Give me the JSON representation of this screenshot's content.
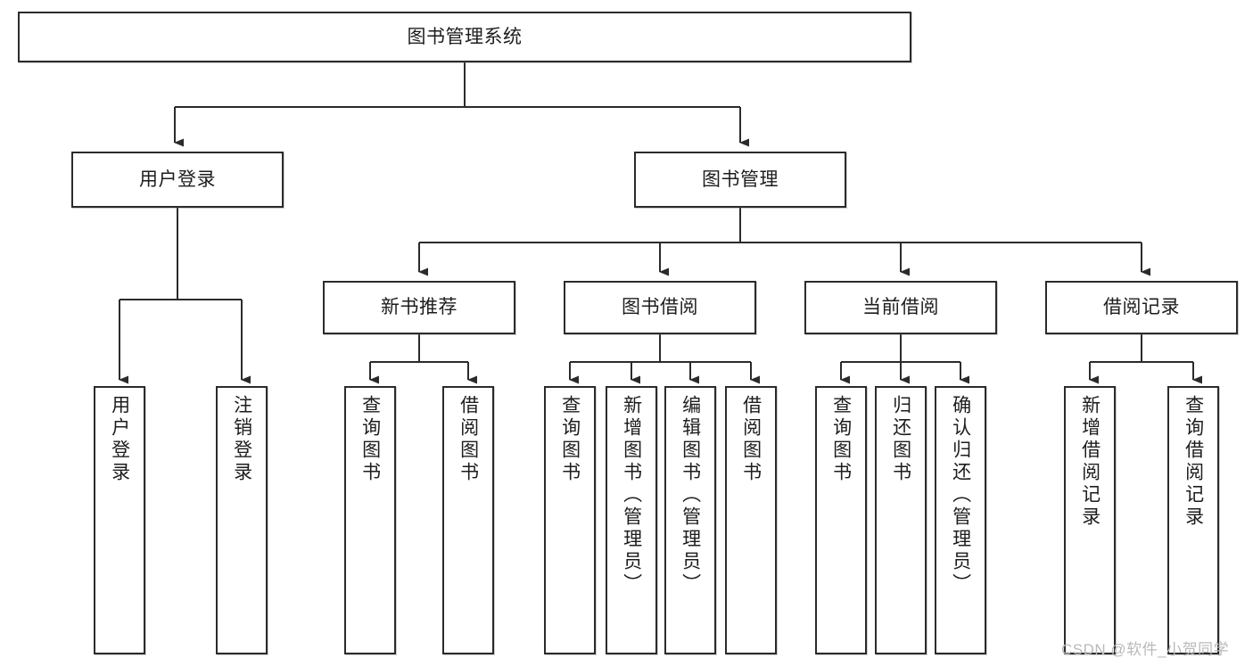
{
  "diagram": {
    "type": "tree-hierarchy-chart",
    "title": "图书管理系统",
    "watermark": "CSDN @软件_小贺同学",
    "colors": {
      "border": "#2b2b2b",
      "text": "#1d1d1d",
      "background": "#ffffff",
      "connector": "#333333",
      "watermark": "#b9b9b9"
    },
    "root": {
      "id": "root",
      "label": "图书管理系统"
    },
    "level2": [
      {
        "id": "user-login",
        "label": "用户登录"
      },
      {
        "id": "book-management",
        "label": "图书管理"
      }
    ],
    "level3": [
      {
        "id": "new-book-recommend",
        "label": "新书推荐"
      },
      {
        "id": "book-borrow",
        "label": "图书借阅"
      },
      {
        "id": "current-borrow",
        "label": "当前借阅"
      },
      {
        "id": "borrow-record",
        "label": "借阅记录"
      }
    ],
    "leaves": {
      "user_login": [
        {
          "id": "leaf-user-login",
          "label": "用户登录"
        },
        {
          "id": "leaf-logout-login",
          "label": "注销登录"
        }
      ],
      "new_book_recommend": [
        {
          "id": "leaf-query-book-1",
          "label": "查询图书"
        },
        {
          "id": "leaf-borrow-book-1",
          "label": "借阅图书"
        }
      ],
      "book_borrow": [
        {
          "id": "leaf-query-book-2",
          "label": "查询图书"
        },
        {
          "id": "leaf-add-book",
          "label": "新增图书（管理员）"
        },
        {
          "id": "leaf-edit-book",
          "label": "编辑图书（管理员）"
        },
        {
          "id": "leaf-borrow-book-2",
          "label": "借阅图书"
        }
      ],
      "current_borrow": [
        {
          "id": "leaf-query-book-3",
          "label": "查询图书"
        },
        {
          "id": "leaf-return-book",
          "label": "归还图书"
        },
        {
          "id": "leaf-confirm-return",
          "label": "确认归还（管理员）"
        }
      ],
      "borrow_record": [
        {
          "id": "leaf-add-record",
          "label": "新增借阅记录"
        },
        {
          "id": "leaf-query-record",
          "label": "查询借阅记录"
        }
      ]
    }
  }
}
